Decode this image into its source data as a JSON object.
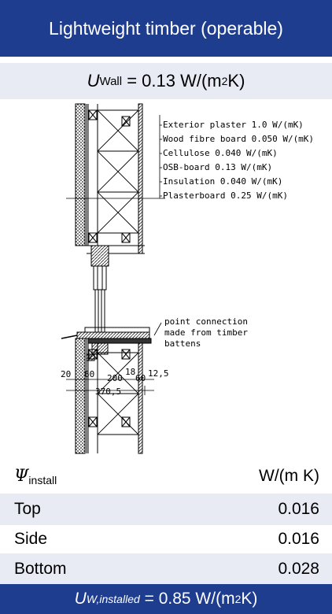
{
  "title": "Lightweight timber (operable)",
  "u_wall": {
    "symbol": "U",
    "subscript": "Wall",
    "value": "= 0.13 W/(m",
    "exp": "2",
    "unit_tail": " K)"
  },
  "drawing": {
    "layers": [
      "Exterior plaster 1.0 W/(mK)",
      "Wood fibre board 0.050 W/(mK)",
      "Cellulose 0.040 W/(mK)",
      "OSB-board 0.13 W/(mK)",
      "Insulation 0.040 W/(mK)",
      "Plasterboard 0.25 W/(mK)"
    ],
    "note": [
      "point connection",
      "made from timber",
      "battens"
    ],
    "dimensions": {
      "d20": "20",
      "d60a": "60",
      "d200": "200",
      "d18": "18",
      "d60b": "60",
      "d12_5": "12,5",
      "d370_5": "370,5"
    }
  },
  "psi": {
    "symbol": "Ψ",
    "subscript": "install",
    "unit": "W/(m K)"
  },
  "rows": [
    {
      "label": "Top",
      "value": "0.016"
    },
    {
      "label": "Side",
      "value": "0.016"
    },
    {
      "label": "Bottom",
      "value": "0.028"
    }
  ],
  "u_installed": {
    "symbol": "U",
    "subscript": "W,installed",
    "value": "= 0.85 W/(m",
    "exp": "2",
    "unit_tail": " K)"
  },
  "colors": {
    "header_bg": "#1f3d8f",
    "shade_bg": "#e8ebf3"
  }
}
